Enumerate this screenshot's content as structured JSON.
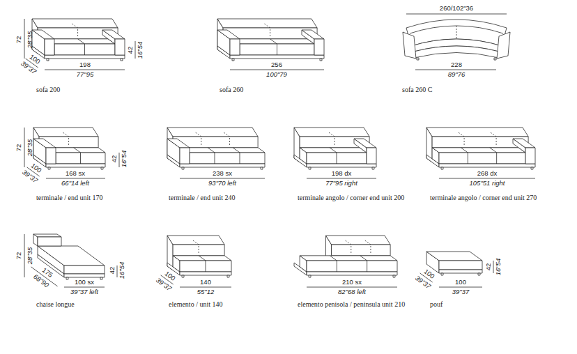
{
  "diagram": {
    "labels": [
      "72",
      "28\"35",
      "42",
      "16\"54",
      "100",
      "39\"37",
      "198",
      "77\"95",
      "sofa 200",
      "256",
      "100\"79",
      "sofa 260",
      "260/102\"36",
      "228",
      "89\"76",
      "sofa 260 C",
      "72",
      "28\"35",
      "100",
      "39\"37",
      "168 sx",
      "66\"14 left",
      "42",
      "16\"54",
      "terminale / end unit 170",
      "238 sx",
      "93\"70 left",
      "terminale / end unit 240",
      "198 dx",
      "77\"95 right",
      "terminale angolo / corner end unit 200",
      "268 dx",
      "105\"51 right",
      "terminale angolo / corner end unit 270",
      "72",
      "28\"35",
      "175",
      "68\"90",
      "100 sx",
      "39\"37 left",
      "42",
      "16\"54",
      "chaise longue",
      "100",
      "39\"37",
      "140",
      "55\"12",
      "elemento / unit 140",
      "210 sx",
      "82\"68 left",
      "elemento penisola / peninsula unit 210",
      "100",
      "39\"37",
      "100",
      "39\"37",
      "42",
      "16\"54",
      "pouf"
    ]
  }
}
